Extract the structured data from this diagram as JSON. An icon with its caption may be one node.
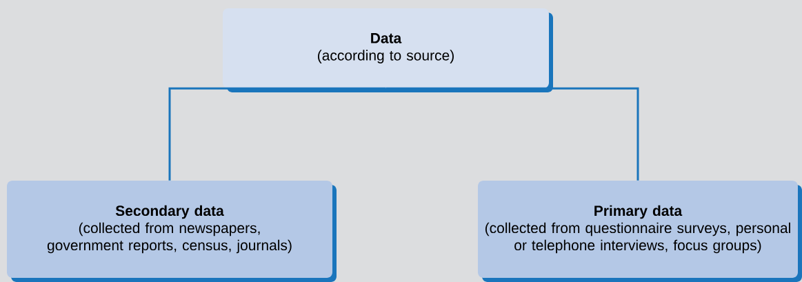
{
  "diagram": {
    "nodes": [
      {
        "text": [
          "Data",
          "(according to source)"
        ]
      },
      {
        "text": [
          "Secondary data",
          "(collected from newspapers, government reports, census, journals)"
        ]
      },
      {
        "text": [
          "Primary data",
          "(collected from questionnaire surveys, personal or telephone interviews, focus groups)"
        ]
      }
    ],
    "edges": [
      {
        "from": 0,
        "to": 1,
        "arrow": "none"
      },
      {
        "from": 0,
        "to": 2,
        "arrow": "none"
      }
    ]
  }
}
